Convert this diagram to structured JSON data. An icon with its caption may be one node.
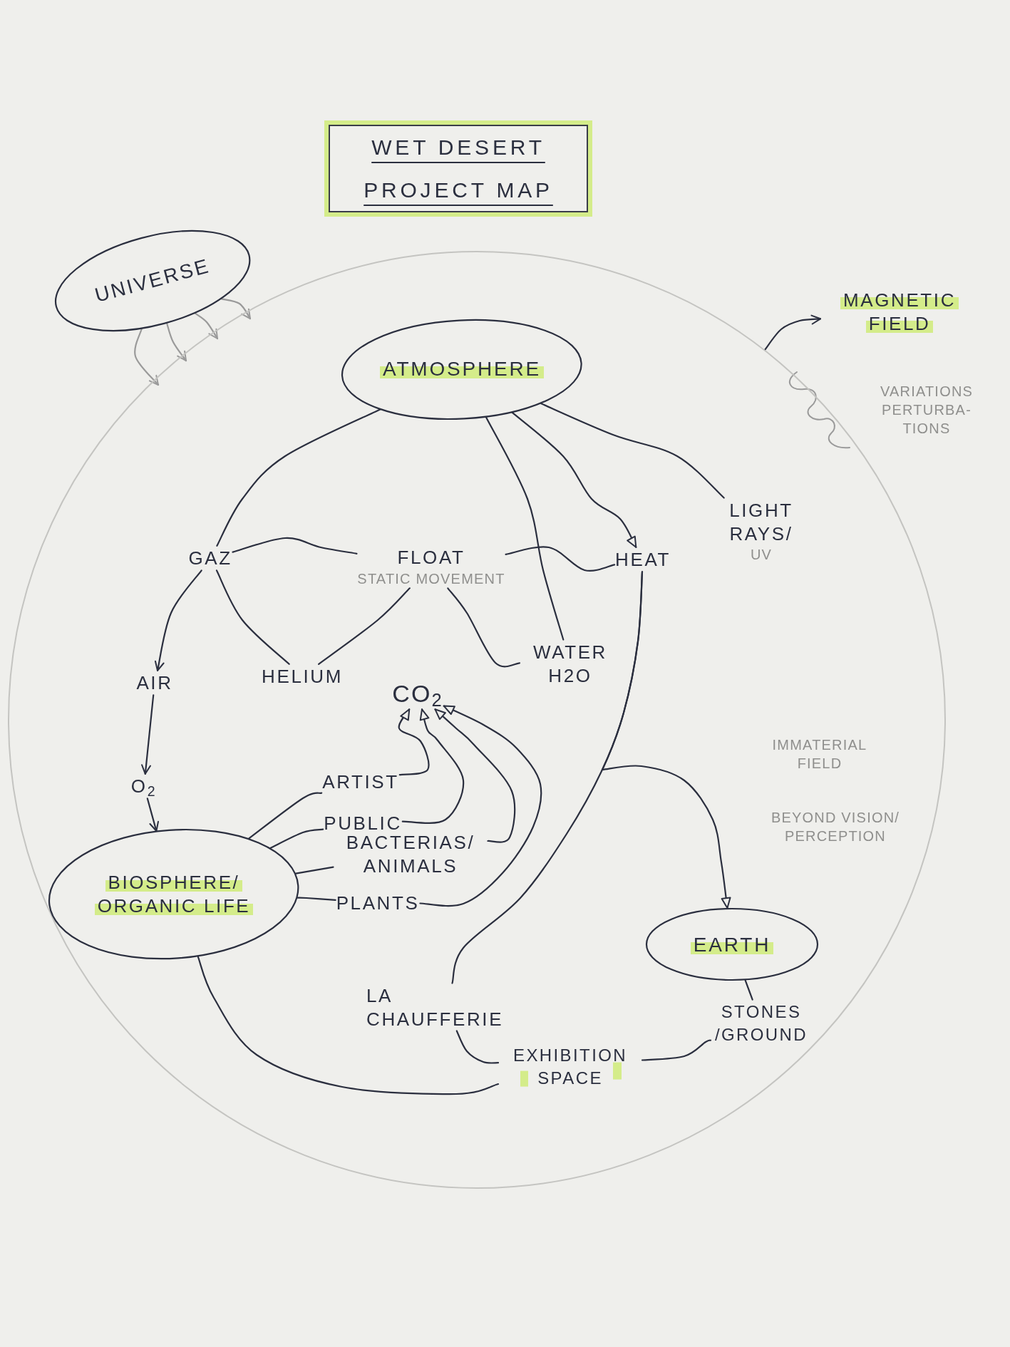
{
  "diagram": {
    "title": "WET DESERT PROJECT MAP",
    "nodes": [
      {
        "text": [
          "UNIVERSE"
        ]
      },
      {
        "text": [],
        "shape": "circle"
      },
      {
        "text": [
          "MAGNETIC FIELD"
        ]
      },
      {
        "text": [
          "ATMOSPHERE"
        ],
        "in": 1
      },
      {
        "text": [
          "GAZ"
        ],
        "in": 1
      },
      {
        "text": [
          "FLOAT",
          "STATIC MOVEMENT"
        ],
        "in": 1
      },
      {
        "text": [
          "HEAT"
        ],
        "in": 1
      },
      {
        "text": [
          "LIGHT RAYS/",
          "UV"
        ],
        "in": 1
      },
      {
        "text": [
          "AIR"
        ],
        "in": 1
      },
      {
        "text": [
          "HELIUM"
        ],
        "in": 1
      },
      {
        "text": [
          "WATER H2O"
        ],
        "in": 1
      },
      {
        "text": [
          "CO$_{2}$"
        ],
        "in": 1
      },
      {
        "text": [
          "O$_{2}$"
        ],
        "in": 1
      },
      {
        "text": [
          "ARTIST"
        ],
        "in": 1
      },
      {
        "text": [
          "PUBLIC"
        ],
        "in": 1
      },
      {
        "text": [
          "BIOSPHERE/ ORGANIC LIFE"
        ],
        "in": 1
      },
      {
        "text": [
          "BACTERIAS/ ANIMALS"
        ],
        "in": 1
      },
      {
        "text": [
          "PLANTS"
        ],
        "in": 1
      },
      {
        "text": [
          "EARTH"
        ],
        "in": 1
      },
      {
        "text": [
          "LA CHAUFFERIE"
        ],
        "in": 1
      },
      {
        "text": [
          "STONES /GROUND"
        ],
        "in": 1
      },
      {
        "text": [
          "EXHIBITION SPACE"
        ],
        "in": 1
      }
    ],
    "edges": [
      {
        "from": 0,
        "to": null,
        "arrow": "to",
        "color": "#9a9a9a"
      },
      {
        "from": 0,
        "to": null,
        "arrow": "to",
        "color": "#9a9a9a"
      },
      {
        "from": 0,
        "to": null,
        "arrow": "to",
        "color": "#9a9a9a"
      },
      {
        "from": 0,
        "to": null,
        "arrow": "to",
        "color": "#9a9a9a"
      },
      {
        "from": null,
        "to": 2,
        "arrow": "to"
      },
      {
        "from": 3,
        "to": 4,
        "arrow": "none"
      },
      {
        "from": 3,
        "to": 6,
        "arrow": "to"
      },
      {
        "from": 3,
        "to": 7,
        "arrow": "none"
      },
      {
        "from": 3,
        "to": 10,
        "arrow": "none"
      },
      {
        "from": 4,
        "to": 5,
        "arrow": "none"
      },
      {
        "from": 4,
        "to": 9,
        "arrow": "none"
      },
      {
        "from": 4,
        "to": 8,
        "arrow": "to"
      },
      {
        "from": 5,
        "to": 9,
        "arrow": "none"
      },
      {
        "from": 5,
        "to": 6,
        "arrow": "none"
      },
      {
        "from": 5,
        "to": 10,
        "arrow": "none"
      },
      {
        "from": 8,
        "to": 12,
        "arrow": "to"
      },
      {
        "from": 12,
        "to": 15,
        "arrow": "to"
      },
      {
        "from": 13,
        "to": 11,
        "arrow": "to"
      },
      {
        "from": 14,
        "to": 11,
        "arrow": "to"
      },
      {
        "from": 16,
        "to": 11,
        "arrow": "to"
      },
      {
        "from": 17,
        "to": 11,
        "arrow": "to"
      },
      {
        "from": 15,
        "to": 13,
        "arrow": "none"
      },
      {
        "from": 15,
        "to": 14,
        "arrow": "none"
      },
      {
        "from": 15,
        "to": 16,
        "arrow": "none"
      },
      {
        "from": 15,
        "to": 17,
        "arrow": "none"
      },
      {
        "from": 6,
        "to": 19,
        "arrow": "none"
      },
      {
        "from": 6,
        "to": 18,
        "arrow": "to"
      },
      {
        "from": 15,
        "to": 21,
        "arrow": "none"
      },
      {
        "from": 19,
        "to": 21,
        "arrow": "none"
      },
      {
        "from": 21,
        "to": 20,
        "arrow": "none"
      },
      {
        "from": 18,
        "to": 20,
        "arrow": "none"
      }
    ],
    "labels": [
      "VARIATIONS PERTURBA- TIONS",
      "IMMATERIAL FIELD",
      "BEYOND VISION/ PERCEPTION"
    ]
  }
}
